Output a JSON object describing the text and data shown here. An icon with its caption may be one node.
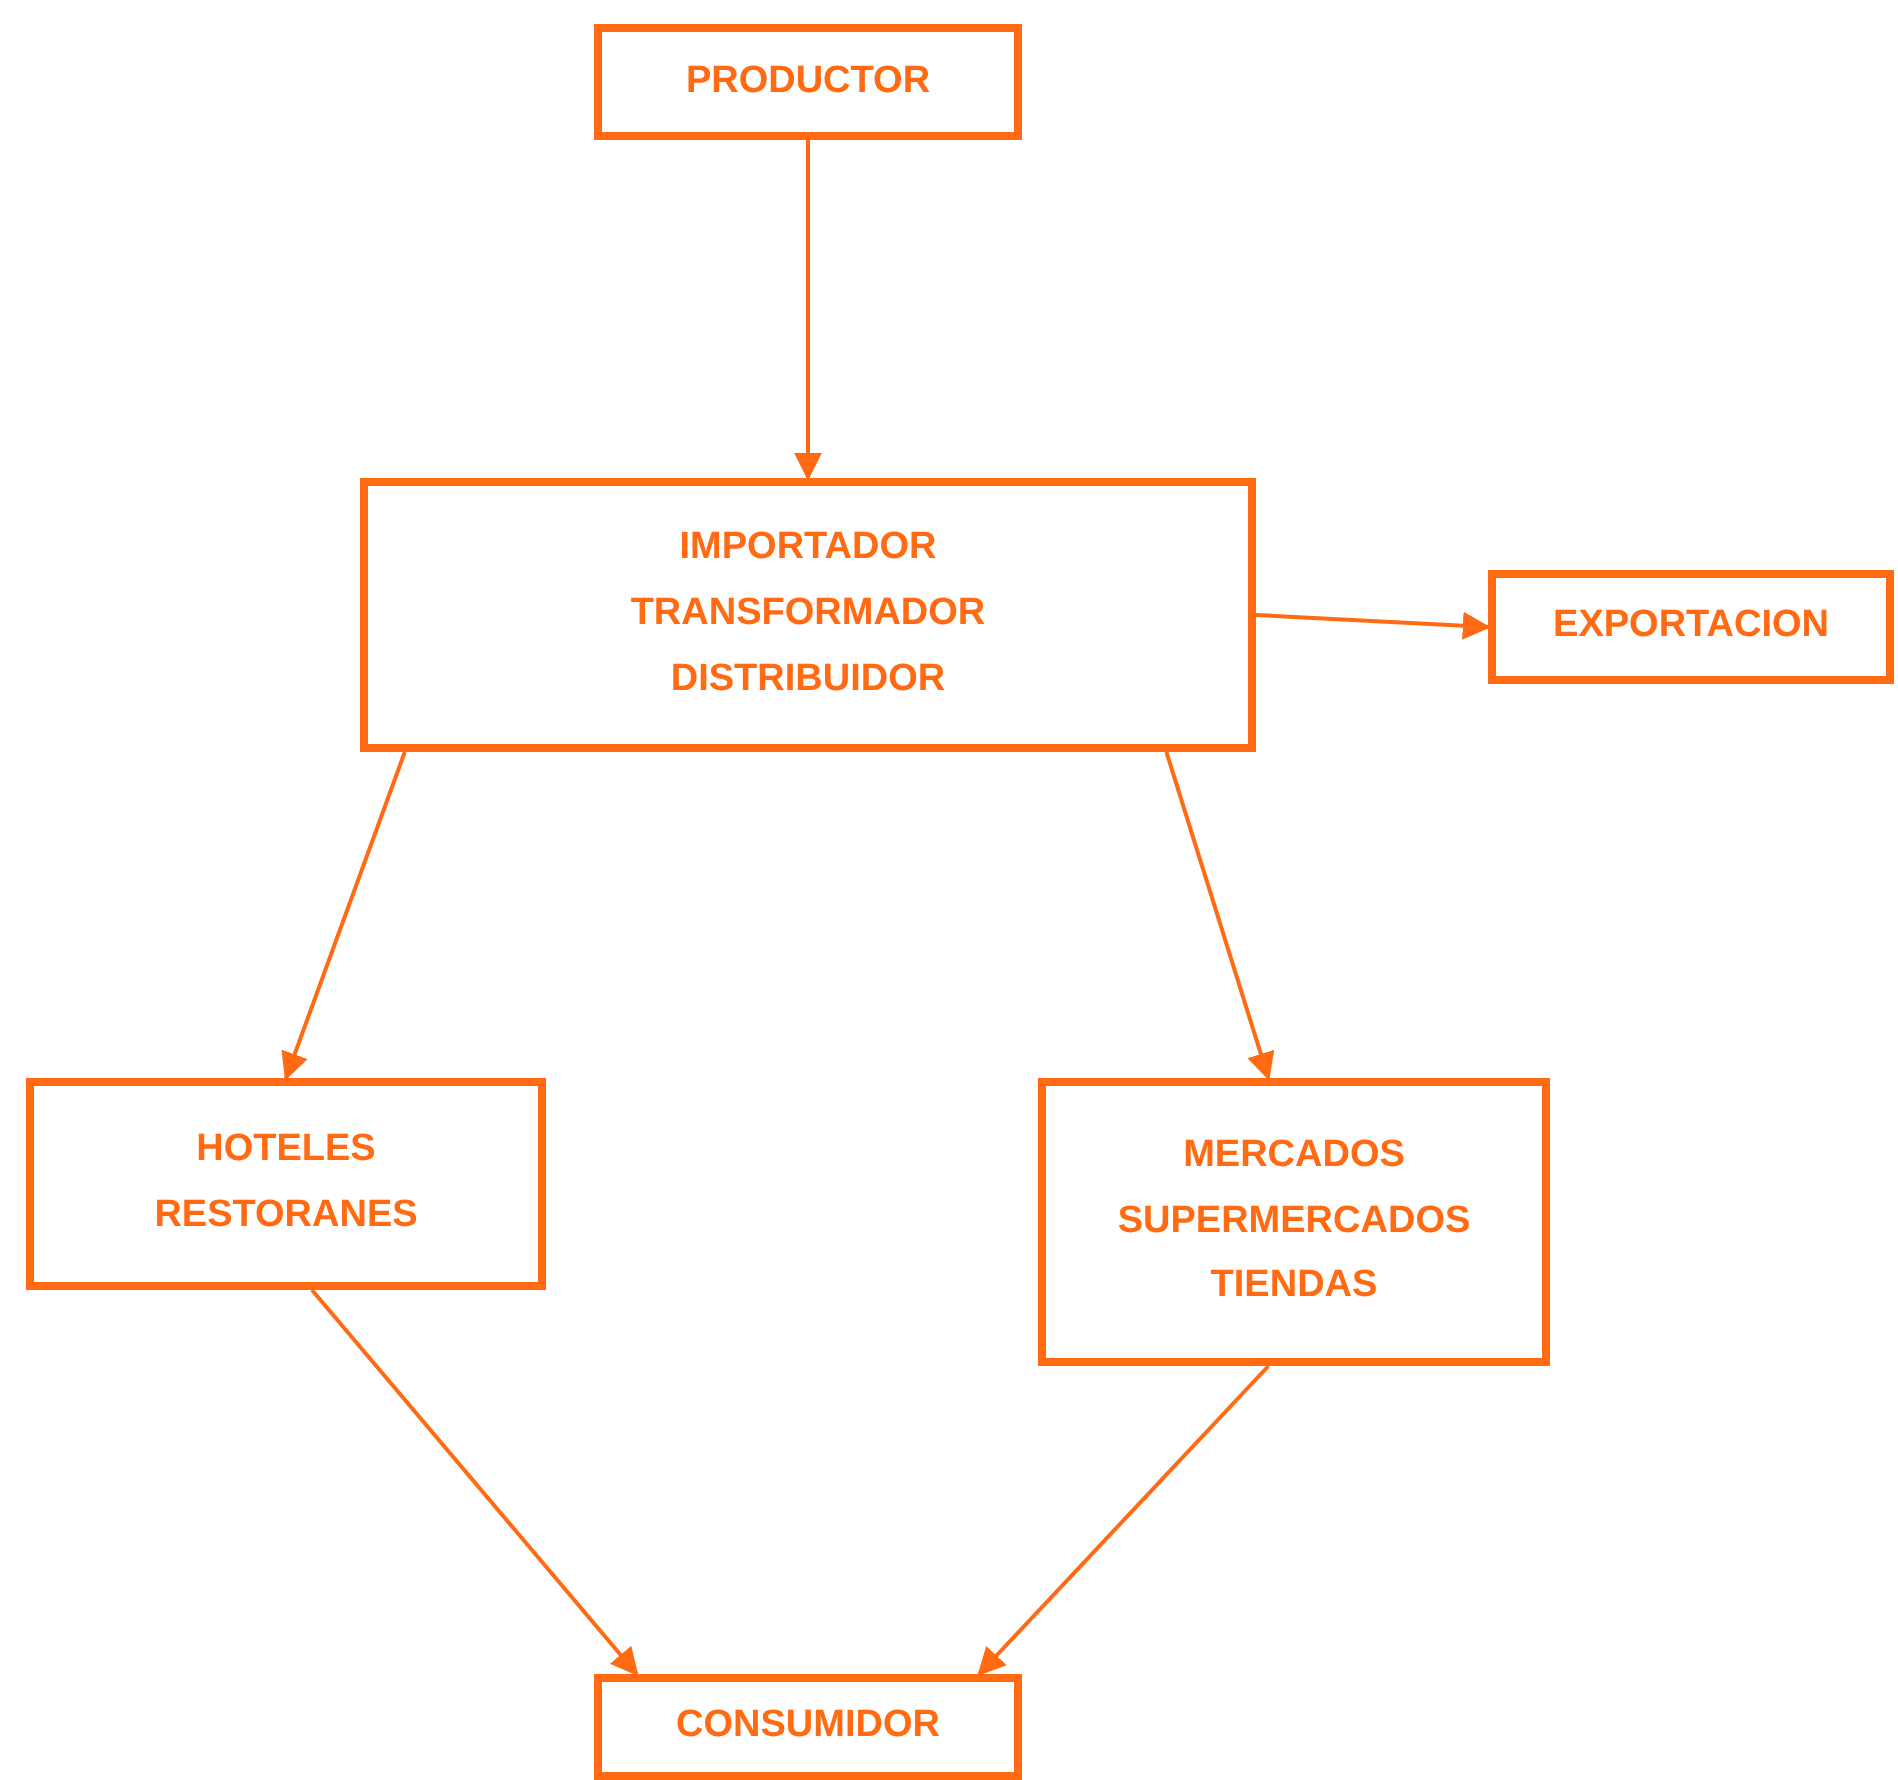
{
  "diagram": {
    "nodes": [
      {
        "text": [
          "PRODUCTOR"
        ]
      },
      {
        "text": [
          "IMPORTADOR",
          "TRANSFORMADOR",
          "DISTRIBUIDOR"
        ]
      },
      {
        "text": [
          "EXPORTACION"
        ]
      },
      {
        "text": [
          "HOTELES",
          "RESTORANES"
        ]
      },
      {
        "text": [
          "MERCADOS",
          "SUPERMERCADOS",
          "TIENDAS"
        ]
      },
      {
        "text": [
          "CONSUMIDOR"
        ]
      }
    ],
    "edges": [
      {
        "from": 0,
        "to": 1,
        "arrow": "to"
      },
      {
        "from": 1,
        "to": 2,
        "arrow": "to"
      },
      {
        "from": 1,
        "to": 3,
        "arrow": "to"
      },
      {
        "from": 1,
        "to": 4,
        "arrow": "to"
      },
      {
        "from": 3,
        "to": 5,
        "arrow": "to"
      },
      {
        "from": 4,
        "to": 5,
        "arrow": "to"
      }
    ]
  }
}
